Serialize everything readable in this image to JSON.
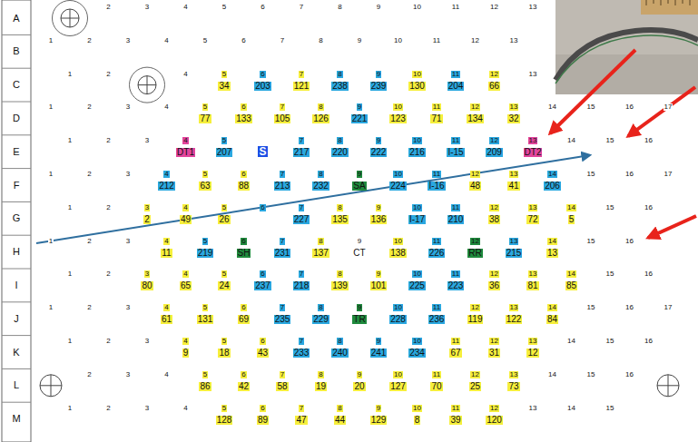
{
  "diagram": {
    "nodes": [
      {
        "text": [
          "2"
        ]
      },
      {
        "text": [
          "3"
        ]
      },
      {
        "text": [
          "4"
        ]
      },
      {
        "text": [
          "5"
        ]
      },
      {
        "text": [
          "6"
        ]
      },
      {
        "text": [
          "7"
        ]
      },
      {
        "text": [
          "8"
        ]
      },
      {
        "text": [
          "9"
        ]
      },
      {
        "text": [
          "10"
        ]
      },
      {
        "text": [
          "11"
        ]
      },
      {
        "text": [
          "12"
        ]
      },
      {
        "text": [
          "13"
        ]
      },
      {
        "text": [
          "1"
        ]
      },
      {
        "text": [
          "2"
        ]
      },
      {
        "text": [
          "3"
        ]
      },
      {
        "text": [
          "4"
        ]
      },
      {
        "text": [
          "5"
        ]
      },
      {
        "text": [
          "6"
        ]
      },
      {
        "text": [
          "7"
        ]
      },
      {
        "text": [
          "8"
        ]
      },
      {
        "text": [
          "9"
        ]
      },
      {
        "text": [
          "10"
        ]
      },
      {
        "text": [
          "11"
        ]
      },
      {
        "text": [
          "12"
        ]
      },
      {
        "text": [
          "13"
        ]
      },
      {
        "text": [
          "1"
        ]
      },
      {
        "text": [
          "2"
        ]
      },
      {
        "text": [
          "4"
        ]
      },
      {
        "text": [
          "5",
          "34"
        ]
      },
      {
        "text": [
          "6",
          "203"
        ]
      },
      {
        "text": [
          "7",
          "121"
        ]
      },
      {
        "text": [
          "8",
          "238"
        ]
      },
      {
        "text": [
          "9",
          "239"
        ]
      },
      {
        "text": [
          "10",
          "130"
        ]
      },
      {
        "text": [
          "11",
          "204"
        ]
      },
      {
        "text": [
          "12",
          "66"
        ]
      },
      {
        "text": [
          "13"
        ]
      },
      {
        "text": [
          "1"
        ]
      },
      {
        "text": [
          "2"
        ]
      },
      {
        "text": [
          "3"
        ]
      },
      {
        "text": [
          "4"
        ]
      },
      {
        "text": [
          "5",
          "77"
        ]
      },
      {
        "text": [
          "6",
          "133"
        ]
      },
      {
        "text": [
          "7",
          "105"
        ]
      },
      {
        "text": [
          "8",
          "126"
        ]
      },
      {
        "text": [
          "9",
          "221"
        ]
      },
      {
        "text": [
          "10",
          "123"
        ]
      },
      {
        "text": [
          "11",
          "71"
        ]
      },
      {
        "text": [
          "12",
          "134"
        ]
      },
      {
        "text": [
          "13",
          "32"
        ]
      },
      {
        "text": [
          "14"
        ]
      },
      {
        "text": [
          "15"
        ]
      },
      {
        "text": [
          "16"
        ]
      },
      {
        "text": [
          "17"
        ]
      },
      {
        "text": [
          "1"
        ]
      },
      {
        "text": [
          "2"
        ]
      },
      {
        "text": [
          "3"
        ]
      },
      {
        "text": [
          "4",
          "DT1"
        ]
      },
      {
        "text": [
          "5",
          "207"
        ]
      },
      {
        "text": [
          "S"
        ]
      },
      {
        "text": [
          "7",
          "217"
        ]
      },
      {
        "text": [
          "8",
          "220"
        ]
      },
      {
        "text": [
          "9",
          "222"
        ]
      },
      {
        "text": [
          "10",
          "216"
        ]
      },
      {
        "text": [
          "11",
          "I-15"
        ]
      },
      {
        "text": [
          "12",
          "209"
        ]
      },
      {
        "text": [
          "13",
          "DT2"
        ]
      },
      {
        "text": [
          "14"
        ]
      },
      {
        "text": [
          "15"
        ]
      },
      {
        "text": [
          "16"
        ]
      },
      {
        "text": [
          "1"
        ]
      },
      {
        "text": [
          "2"
        ]
      },
      {
        "text": [
          "3"
        ]
      },
      {
        "text": [
          "4",
          "212"
        ]
      },
      {
        "text": [
          "5",
          "63"
        ]
      },
      {
        "text": [
          "6",
          "88"
        ]
      },
      {
        "text": [
          "7",
          "213"
        ]
      },
      {
        "text": [
          "8",
          "232"
        ]
      },
      {
        "text": [
          "9",
          "SA"
        ]
      },
      {
        "text": [
          "10",
          "224"
        ]
      },
      {
        "text": [
          "11",
          "I-16"
        ]
      },
      {
        "text": [
          "12",
          "48"
        ]
      },
      {
        "text": [
          "13",
          "41"
        ]
      },
      {
        "text": [
          "14",
          "206"
        ]
      },
      {
        "text": [
          "15"
        ]
      },
      {
        "text": [
          "16"
        ]
      },
      {
        "text": [
          "17"
        ]
      },
      {
        "text": [
          "1"
        ]
      },
      {
        "text": [
          "2"
        ]
      },
      {
        "text": [
          "3",
          "2"
        ]
      },
      {
        "text": [
          "4",
          "49"
        ]
      },
      {
        "text": [
          "5",
          "26"
        ]
      },
      {
        "text": [
          "6"
        ]
      },
      {
        "text": [
          "7",
          "227"
        ]
      },
      {
        "text": [
          "8",
          "135"
        ]
      },
      {
        "text": [
          "9",
          "136"
        ]
      },
      {
        "text": [
          "10",
          "I-17"
        ]
      },
      {
        "text": [
          "11",
          "210"
        ]
      },
      {
        "text": [
          "12",
          "38"
        ]
      },
      {
        "text": [
          "13",
          "72"
        ]
      },
      {
        "text": [
          "14",
          "5"
        ]
      },
      {
        "text": [
          "15"
        ]
      },
      {
        "text": [
          "16"
        ]
      },
      {
        "text": [
          "1"
        ]
      },
      {
        "text": [
          "2"
        ]
      },
      {
        "text": [
          "3"
        ]
      },
      {
        "text": [
          "4",
          "11"
        ]
      },
      {
        "text": [
          "5",
          "219"
        ]
      },
      {
        "text": [
          "6",
          "SH"
        ]
      },
      {
        "text": [
          "7",
          "231"
        ]
      },
      {
        "text": [
          "8",
          "137"
        ]
      },
      {
        "text": [
          "9",
          "CT"
        ]
      },
      {
        "text": [
          "10",
          "138"
        ]
      },
      {
        "text": [
          "11",
          "226"
        ]
      },
      {
        "text": [
          "12",
          "RR"
        ]
      },
      {
        "text": [
          "13",
          "215"
        ]
      },
      {
        "text": [
          "14",
          "13"
        ]
      },
      {
        "text": [
          "15"
        ]
      },
      {
        "text": [
          "16"
        ]
      },
      {
        "text": [
          "1"
        ]
      },
      {
        "text": [
          "2"
        ]
      },
      {
        "text": [
          "3",
          "80"
        ]
      },
      {
        "text": [
          "4",
          "65"
        ]
      },
      {
        "text": [
          "5",
          "24"
        ]
      },
      {
        "text": [
          "6",
          "237"
        ]
      },
      {
        "text": [
          "7",
          "218"
        ]
      },
      {
        "text": [
          "8",
          "139"
        ]
      },
      {
        "text": [
          "9",
          "101"
        ]
      },
      {
        "text": [
          "10",
          "225"
        ]
      },
      {
        "text": [
          "11",
          "223"
        ]
      },
      {
        "text": [
          "12",
          "36"
        ]
      },
      {
        "text": [
          "13",
          "81"
        ]
      },
      {
        "text": [
          "14",
          "85"
        ]
      },
      {
        "text": [
          "15"
        ]
      },
      {
        "text": [
          "16"
        ]
      },
      {
        "text": [
          "1"
        ]
      },
      {
        "text": [
          "2"
        ]
      },
      {
        "text": [
          "3"
        ]
      },
      {
        "text": [
          "4",
          "61"
        ]
      },
      {
        "text": [
          "5",
          "131"
        ]
      },
      {
        "text": [
          "6",
          "69"
        ]
      },
      {
        "text": [
          "7",
          "235"
        ]
      },
      {
        "text": [
          "8",
          "229"
        ]
      },
      {
        "text": [
          "9",
          "TR"
        ]
      },
      {
        "text": [
          "10",
          "228"
        ]
      },
      {
        "text": [
          "11",
          "236"
        ]
      },
      {
        "text": [
          "12",
          "119"
        ]
      },
      {
        "text": [
          "13",
          "122"
        ]
      },
      {
        "text": [
          "14",
          "84"
        ]
      },
      {
        "text": [
          "15"
        ]
      },
      {
        "text": [
          "16"
        ]
      },
      {
        "text": [
          "17"
        ]
      },
      {
        "text": [
          "1"
        ]
      },
      {
        "text": [
          "2"
        ]
      },
      {
        "text": [
          "3"
        ]
      },
      {
        "text": [
          "4",
          "9"
        ]
      },
      {
        "text": [
          "5",
          "18"
        ]
      },
      {
        "text": [
          "6",
          "43"
        ]
      },
      {
        "text": [
          "7",
          "233"
        ]
      },
      {
        "text": [
          "8",
          "240"
        ]
      },
      {
        "text": [
          "9",
          "241"
        ]
      },
      {
        "text": [
          "10",
          "234"
        ]
      },
      {
        "text": [
          "11",
          "67"
        ]
      },
      {
        "text": [
          "12",
          "31"
        ]
      },
      {
        "text": [
          "13",
          "12"
        ]
      },
      {
        "text": [
          "14"
        ]
      },
      {
        "text": [
          "15"
        ]
      },
      {
        "text": [
          "16"
        ]
      },
      {
        "text": [
          "2"
        ]
      },
      {
        "text": [
          "3"
        ]
      },
      {
        "text": [
          "4"
        ]
      },
      {
        "text": [
          "5",
          "86"
        ]
      },
      {
        "text": [
          "6",
          "42"
        ]
      },
      {
        "text": [
          "7",
          "58"
        ]
      },
      {
        "text": [
          "8",
          "19"
        ]
      },
      {
        "text": [
          "9",
          "20"
        ]
      },
      {
        "text": [
          "10",
          "127"
        ]
      },
      {
        "text": [
          "11",
          "70"
        ]
      },
      {
        "text": [
          "12",
          "25"
        ]
      },
      {
        "text": [
          "13",
          "73"
        ]
      },
      {
        "text": [
          "14"
        ]
      },
      {
        "text": [
          "15"
        ]
      },
      {
        "text": [
          "16"
        ]
      },
      {
        "text": [
          "1"
        ]
      },
      {
        "text": [
          "2"
        ]
      },
      {
        "text": [
          "3"
        ]
      },
      {
        "text": [
          "4"
        ]
      },
      {
        "text": [
          "5",
          "128"
        ]
      },
      {
        "text": [
          "6",
          "89"
        ]
      },
      {
        "text": [
          "7",
          "47"
        ]
      },
      {
        "text": [
          "8",
          "44"
        ]
      },
      {
        "text": [
          "9",
          "129"
        ]
      },
      {
        "text": [
          "10",
          "8"
        ]
      },
      {
        "text": [
          "11",
          "39"
        ]
      },
      {
        "text": [
          "12",
          "120"
        ]
      },
      {
        "text": [
          "13"
        ]
      },
      {
        "text": [
          "14"
        ]
      },
      {
        "text": [
          "15"
        ]
      }
    ],
    "labels": [
      "A",
      "B",
      "C",
      "D",
      "E",
      "F",
      "G",
      "H",
      "I",
      "J",
      "K",
      "L",
      "M"
    ]
  }
}
